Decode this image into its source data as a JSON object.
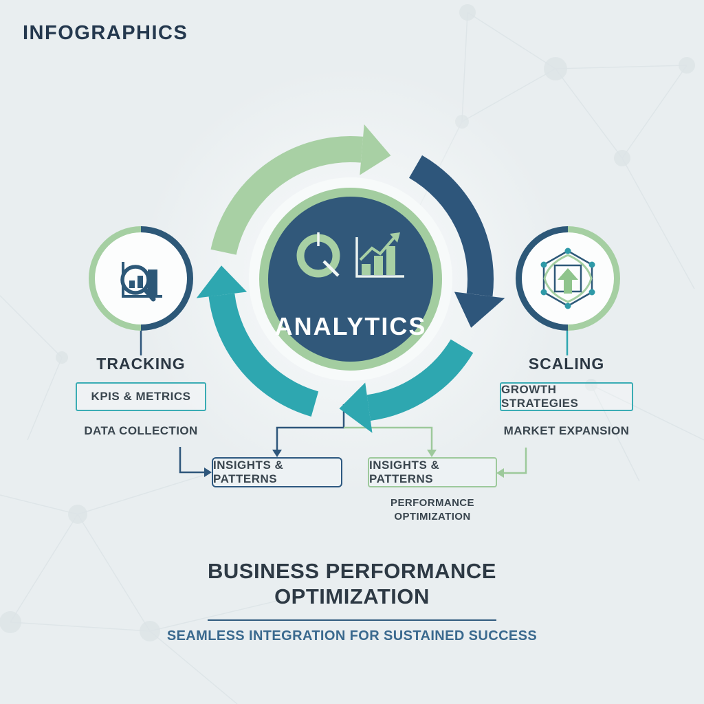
{
  "page": {
    "title": "INFOGRAPHICS"
  },
  "cycle": {
    "center_label": "ANALYTICS",
    "center_icons": [
      "donut-chart-icon",
      "bar-chart-trend-icon"
    ],
    "arrow_colors": {
      "top_left": "#a8d0a4",
      "top_right": "#2e567b",
      "bottom_and_left": "#2ea7b0"
    }
  },
  "tracking": {
    "heading": "TRACKING",
    "box_label": "KPIS & METRICS",
    "sub_label": "DATA COLLECTION",
    "icon": "magnifier-bar-chart-icon"
  },
  "scaling": {
    "heading": "SCALING",
    "box_label": "GROWTH STRATEGIES",
    "sub_label": "MARKET EXPANSION",
    "icon": "hexagon-growth-arrow-icon"
  },
  "insights": {
    "left_box_label": "INSIGHTS & PATTERNS",
    "right_box_label": "INSIGHTS & PATTERNS",
    "right_sub_label": "PERFORMANCE OPTIMIZATION"
  },
  "footer": {
    "title": "BUSINESS PERFORMANCE OPTIMIZATION",
    "subtitle": "SEAMLESS INTEGRATION FOR SUSTAINED SUCCESS"
  },
  "colors": {
    "background": "#e9eef0",
    "navy": "#2e567b",
    "navy_dark": "#24384e",
    "teal": "#2ea7b0",
    "green": "#a8d0a4",
    "green_box_border": "#9dc99b",
    "teal_box_border": "#3aacb4",
    "center_circle_fill": "#31587a",
    "center_ring_green": "#a3cda0",
    "text_dark": "#39454e",
    "heading_dark": "#2c3844",
    "footer_title": "#2d3944",
    "footer_subtitle": "#3a698e"
  }
}
